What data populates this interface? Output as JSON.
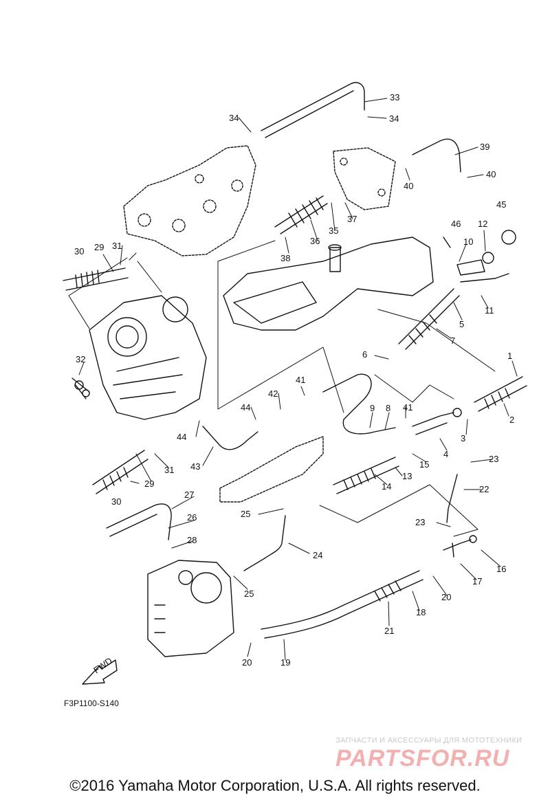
{
  "diagram": {
    "title": "",
    "callouts": [
      {
        "id": "1",
        "label": "1"
      },
      {
        "id": "2",
        "label": "2"
      },
      {
        "id": "3",
        "label": "3"
      },
      {
        "id": "4",
        "label": "4"
      },
      {
        "id": "5",
        "label": "5"
      },
      {
        "id": "6",
        "label": "6"
      },
      {
        "id": "7",
        "label": "7"
      },
      {
        "id": "8",
        "label": "8"
      },
      {
        "id": "9",
        "label": "9"
      },
      {
        "id": "10",
        "label": "10"
      },
      {
        "id": "11",
        "label": "11"
      },
      {
        "id": "12",
        "label": "12"
      },
      {
        "id": "13",
        "label": "13"
      },
      {
        "id": "14",
        "label": "14"
      },
      {
        "id": "15",
        "label": "15"
      },
      {
        "id": "16",
        "label": "16"
      },
      {
        "id": "17",
        "label": "17"
      },
      {
        "id": "18",
        "label": "18"
      },
      {
        "id": "19",
        "label": "19"
      },
      {
        "id": "20a",
        "label": "20"
      },
      {
        "id": "20b",
        "label": "20"
      },
      {
        "id": "21",
        "label": "21"
      },
      {
        "id": "22",
        "label": "22"
      },
      {
        "id": "23a",
        "label": "23"
      },
      {
        "id": "23b",
        "label": "23"
      },
      {
        "id": "24",
        "label": "24"
      },
      {
        "id": "25a",
        "label": "25"
      },
      {
        "id": "25b",
        "label": "25"
      },
      {
        "id": "26",
        "label": "26"
      },
      {
        "id": "27",
        "label": "27"
      },
      {
        "id": "28",
        "label": "28"
      },
      {
        "id": "29a",
        "label": "29"
      },
      {
        "id": "29b",
        "label": "29"
      },
      {
        "id": "30a",
        "label": "30"
      },
      {
        "id": "30b",
        "label": "30"
      },
      {
        "id": "31a",
        "label": "31"
      },
      {
        "id": "31b",
        "label": "31"
      },
      {
        "id": "32",
        "label": "32"
      },
      {
        "id": "33",
        "label": "33"
      },
      {
        "id": "34a",
        "label": "34"
      },
      {
        "id": "34b",
        "label": "34"
      },
      {
        "id": "35",
        "label": "35"
      },
      {
        "id": "36",
        "label": "36"
      },
      {
        "id": "37",
        "label": "37"
      },
      {
        "id": "38",
        "label": "38"
      },
      {
        "id": "39",
        "label": "39"
      },
      {
        "id": "40a",
        "label": "40"
      },
      {
        "id": "40b",
        "label": "40"
      },
      {
        "id": "41a",
        "label": "41"
      },
      {
        "id": "41b",
        "label": "41"
      },
      {
        "id": "42",
        "label": "42"
      },
      {
        "id": "43",
        "label": "43"
      },
      {
        "id": "44a",
        "label": "44"
      },
      {
        "id": "44b",
        "label": "44"
      },
      {
        "id": "45",
        "label": "45"
      },
      {
        "id": "46",
        "label": "46"
      }
    ],
    "fwd_label": "FWD",
    "diagram_code": "F3P1100-S140"
  },
  "watermark": {
    "tagline": "ЗАПЧАСТИ И АКСЕССУАРЫ ДЛЯ МОТОТЕХНИКИ",
    "logo_text": "PARTSFOR.RU"
  },
  "footer": {
    "copyright": "©2016 Yamaha Motor Corporation, U.S.A. All rights reserved."
  }
}
